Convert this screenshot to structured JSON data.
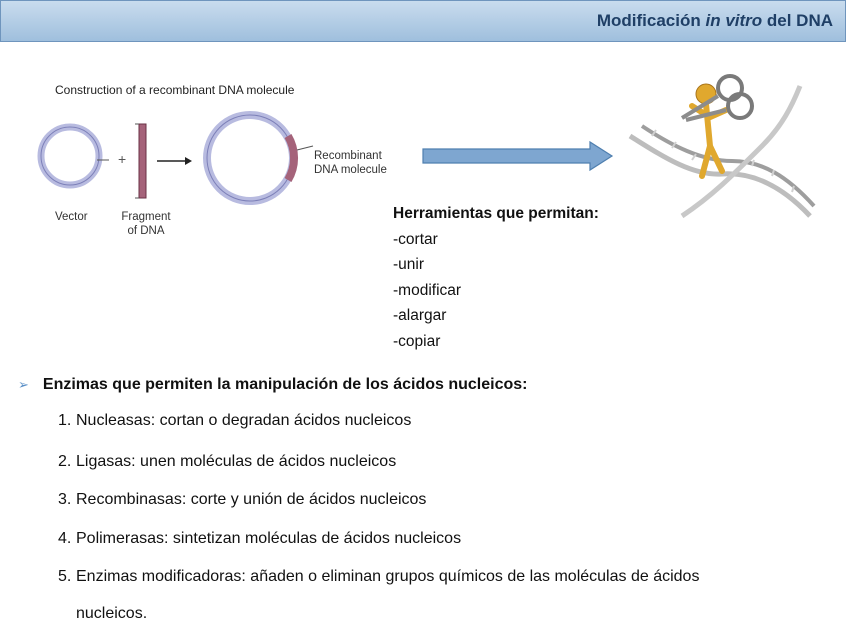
{
  "header": {
    "title_pre": "Modificación ",
    "title_italic": "in vitro",
    "title_post": " del DNA"
  },
  "diagram": {
    "caption": "Construction of a recombinant DNA molecule",
    "vector_label": "Vector",
    "plus_sign": "+",
    "fragment_label": "Fragment of DNA",
    "recombinant_label": "Recombinant DNA molecule"
  },
  "tools": {
    "title": "Herramientas que permitan:",
    "items": [
      "-cortar",
      "-unir",
      "-modificar",
      "-alargar",
      "-copiar"
    ]
  },
  "bullet_text": "Enzimas que permiten la manipulación de los ácidos nucleicos:",
  "enzymes": [
    {
      "num": "1.",
      "text": "Nucleasas: cortan o degradan ácidos nucleicos"
    },
    {
      "num": "2.",
      "text": "Ligasas: unen moléculas de ácidos nucleicos"
    },
    {
      "num": "3.",
      "text": "Recombinasas: corte y unión de ácidos nucleicos"
    },
    {
      "num": "4.",
      "text": "Polimerasas: sintetizan moléculas de ácidos nucleicos"
    },
    {
      "num": "5.",
      "text": "Enzimas modificadoras: añaden o eliminan grupos químicos de las moléculas de ácidos"
    }
  ],
  "enzyme_5_cont": "nucleicos."
}
